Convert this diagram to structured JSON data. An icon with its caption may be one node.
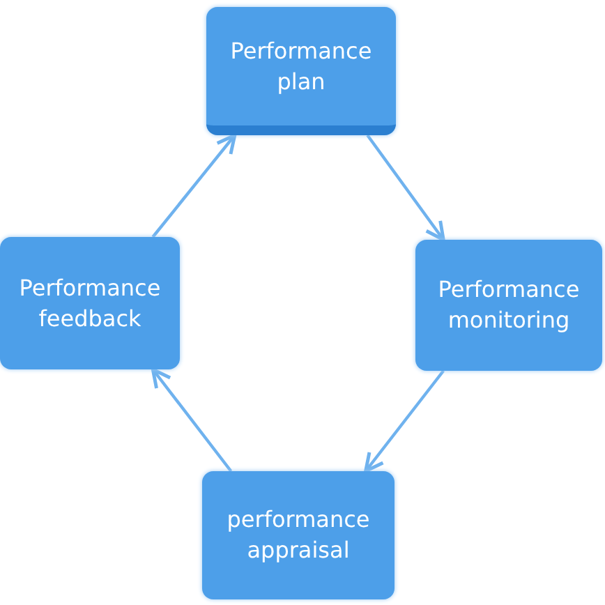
{
  "diagram": {
    "nodes": [
      {
        "text": [
          "Performance plan"
        ]
      },
      {
        "text": [
          "Performance monitoring"
        ]
      },
      {
        "text": [
          "performance appraisal"
        ]
      },
      {
        "text": [
          "Performance feedback"
        ]
      }
    ],
    "edges": [
      {
        "from": 0,
        "to": 1,
        "arrow": "to"
      },
      {
        "from": 1,
        "to": 2,
        "arrow": "to"
      },
      {
        "from": 2,
        "to": 3,
        "arrow": "to"
      },
      {
        "from": 3,
        "to": 0,
        "arrow": "to"
      }
    ]
  }
}
